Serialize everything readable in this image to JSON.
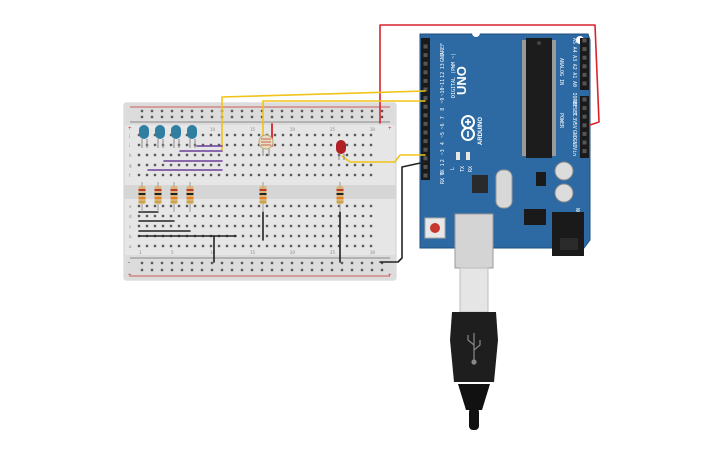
{
  "board": {
    "name": "UNO",
    "brand": "ARDUINO",
    "digital_label": "DIGITAL (PWM ~)",
    "analog_label": "ANALOG IN",
    "power_label": "POWER",
    "icsp_label": "ICSP",
    "tx_label": "TX",
    "rx_label": "RX",
    "l_label": "L",
    "on_label": "ON",
    "digital_pins": [
      "AREF",
      "GND",
      "13",
      "12",
      "~11",
      "~10",
      "~9",
      "8",
      "7",
      "~6",
      "~5",
      "4",
      "~3",
      "2",
      "TX 1",
      "RX 0"
    ],
    "analog_pins": [
      "A0",
      "A1",
      "A2",
      "A3",
      "A4",
      "A5"
    ],
    "power_pins": [
      "IOREF",
      "RESET",
      "3.3V",
      "5V",
      "GND",
      "GND",
      "Vin"
    ]
  },
  "breadboard": {
    "row_letters_top": [
      "j",
      "i",
      "h",
      "g",
      "f"
    ],
    "row_letters_bottom": [
      "e",
      "d",
      "c",
      "b",
      "a"
    ],
    "column_numbers": [
      "1",
      "5",
      "10",
      "15",
      "20",
      "25",
      "30"
    ],
    "plus": "+",
    "minus": "-"
  },
  "colors": {
    "board": "#2d6aa3",
    "wire_power": "#d9232d",
    "wire_signal": "#f0c419",
    "wire_ground": "#222222",
    "wire_jumper": "#6a3d9a",
    "led_blue": "#2f7fa3",
    "led_red": "#b11f24"
  }
}
